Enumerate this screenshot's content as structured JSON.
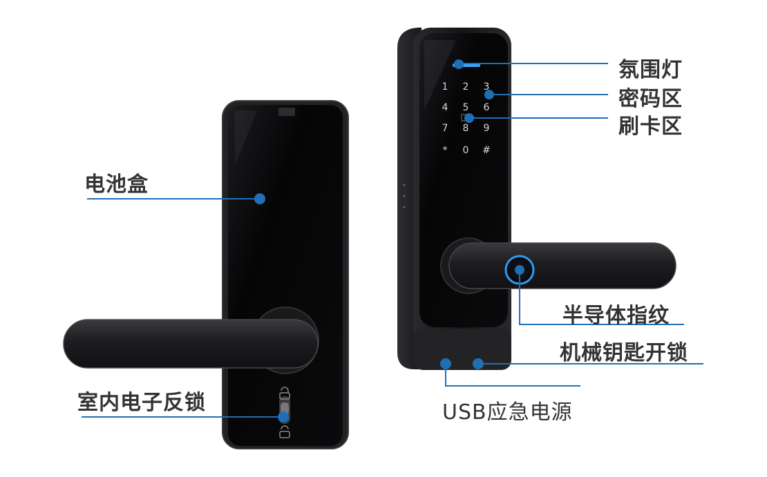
{
  "callouts": {
    "battery_box": "电池盒",
    "inner_lock": "室内电子反锁",
    "ambient_light": "氛围灯",
    "password_area": "密码区",
    "card_area": "刷卡区",
    "fingerprint": "半导体指纹",
    "mechanical_key": "机械钥匙开锁",
    "usb_power": "USB应急电源"
  },
  "keypad": {
    "keys": [
      "1",
      "2",
      "3",
      "4",
      "5",
      "6",
      "7",
      "8",
      "9",
      "*",
      "0",
      "#"
    ]
  },
  "colors": {
    "accent": "#1f6fb5",
    "label_text": "#333333",
    "lock_body": "#1b1b1d",
    "glass": "#050506",
    "fingerprint_ring": "#2a9df4",
    "ambient_light": "#3aa6ff"
  }
}
